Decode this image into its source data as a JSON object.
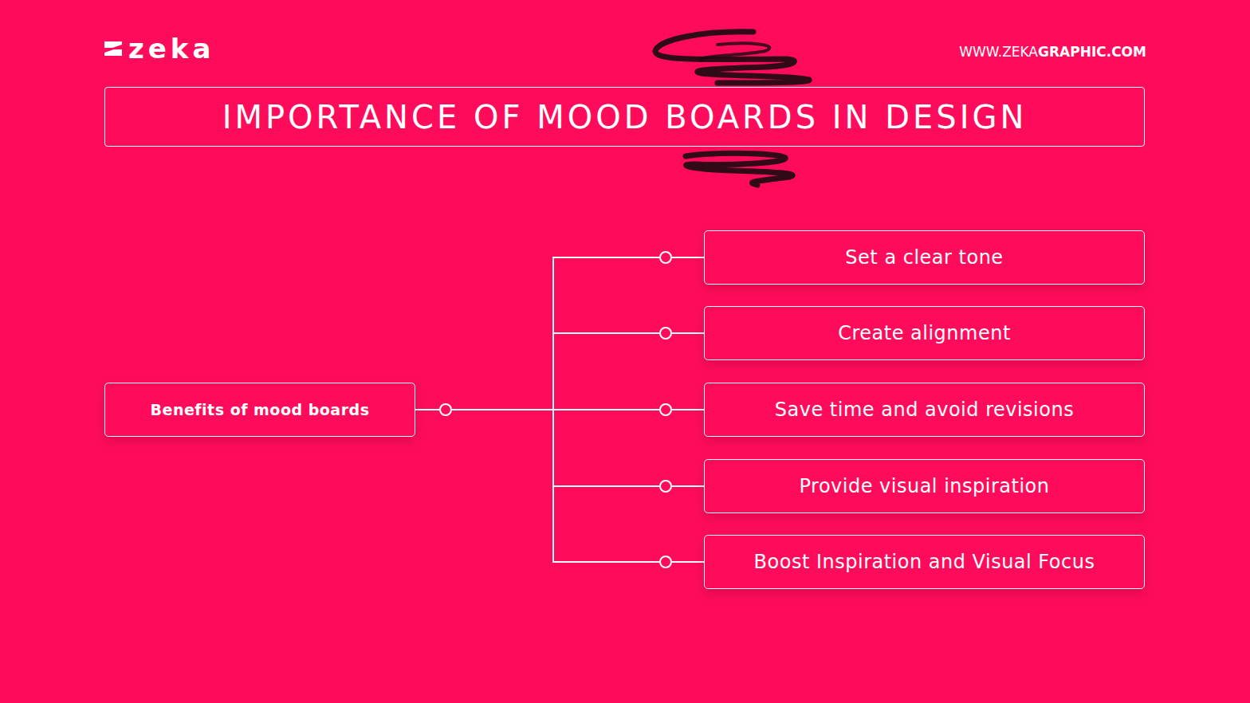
{
  "diagram": {
    "title": "IMPORTANCE OF MOOD BOARDS IN DESIGN",
    "nodes": [
      {
        "text": [
          "Benefits of mood boards"
        ]
      },
      {
        "text": [
          "Set a clear tone"
        ]
      },
      {
        "text": [
          "Create alignment"
        ]
      },
      {
        "text": [
          "Save time and avoid revisions"
        ]
      },
      {
        "text": [
          "Provide visual inspiration"
        ]
      },
      {
        "text": [
          "Boost Inspiration and Visual Focus"
        ]
      }
    ],
    "edges": [
      {
        "from": 0,
        "to": 1,
        "arrow": "none"
      },
      {
        "from": 0,
        "to": 2,
        "arrow": "none"
      },
      {
        "from": 0,
        "to": 3,
        "arrow": "none"
      },
      {
        "from": 0,
        "to": 4,
        "arrow": "none"
      },
      {
        "from": 0,
        "to": 5,
        "arrow": "none"
      }
    ],
    "labels": [
      "zeka",
      "WWW.ZEKA",
      "GRAPHIC.COM"
    ]
  }
}
